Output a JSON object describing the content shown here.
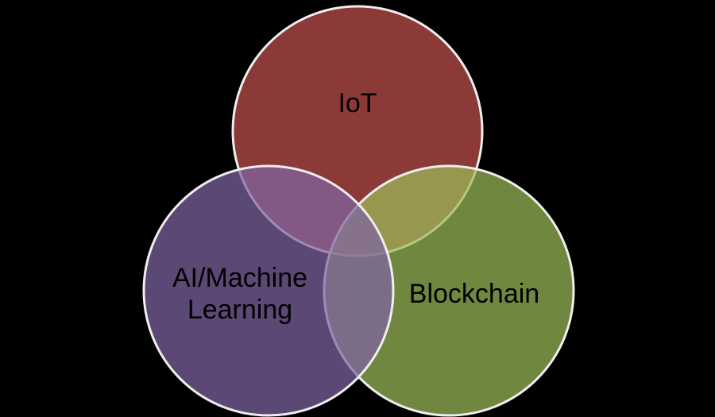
{
  "diagram": {
    "type": "venn",
    "sets": [
      {
        "id": "iot",
        "label_lines": [
          "IoT"
        ],
        "color": "#c0504d"
      },
      {
        "id": "blockchain",
        "label_lines": [
          "Blockchain"
        ],
        "color": "#9bbb59"
      },
      {
        "id": "ai",
        "label_lines": [
          "AI/Machine",
          "Learning"
        ],
        "color": "#8064a2"
      }
    ],
    "background": "#000000",
    "outline_color": "#eeeeee"
  }
}
